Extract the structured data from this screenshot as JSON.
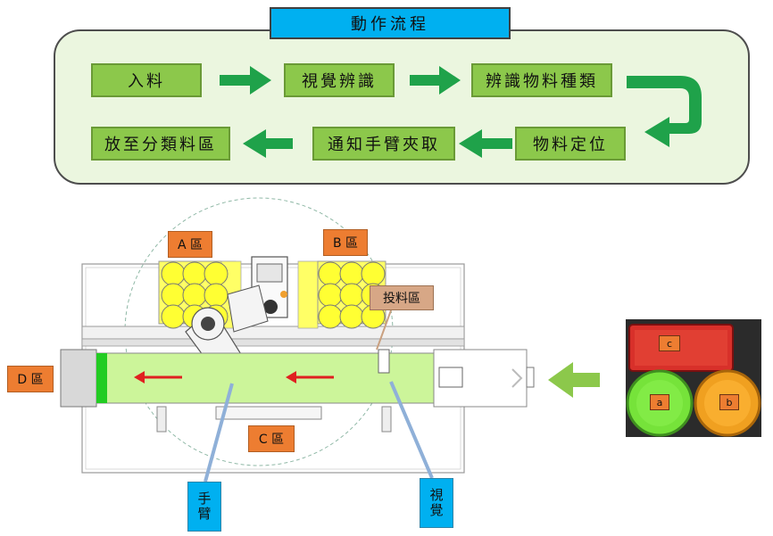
{
  "flow": {
    "title": "動作流程",
    "steps": {
      "input": "入料",
      "vision": "視覺辨識",
      "classify": "辨識物料種類",
      "locate": "物料定位",
      "grab": "通知手臂夾取",
      "place": "放至分類料區"
    }
  },
  "machine": {
    "zones": {
      "a": "A 區",
      "b": "B 區",
      "c": "C 區",
      "d": "D 區"
    },
    "feed_label": "投料區",
    "arm_label": "手臂",
    "vision_label": "視覺"
  },
  "photo": {
    "tags": {
      "red": "c",
      "green": "a",
      "orange": "b"
    }
  },
  "colors": {
    "flow_arrow": "#1fa24a",
    "step_fill": "#8cc84b",
    "zone_fill": "#ed7d31",
    "callout_fill": "#00b0f0",
    "feed_arrow": "#8cc84b",
    "direction_arrow": "#e02020"
  }
}
